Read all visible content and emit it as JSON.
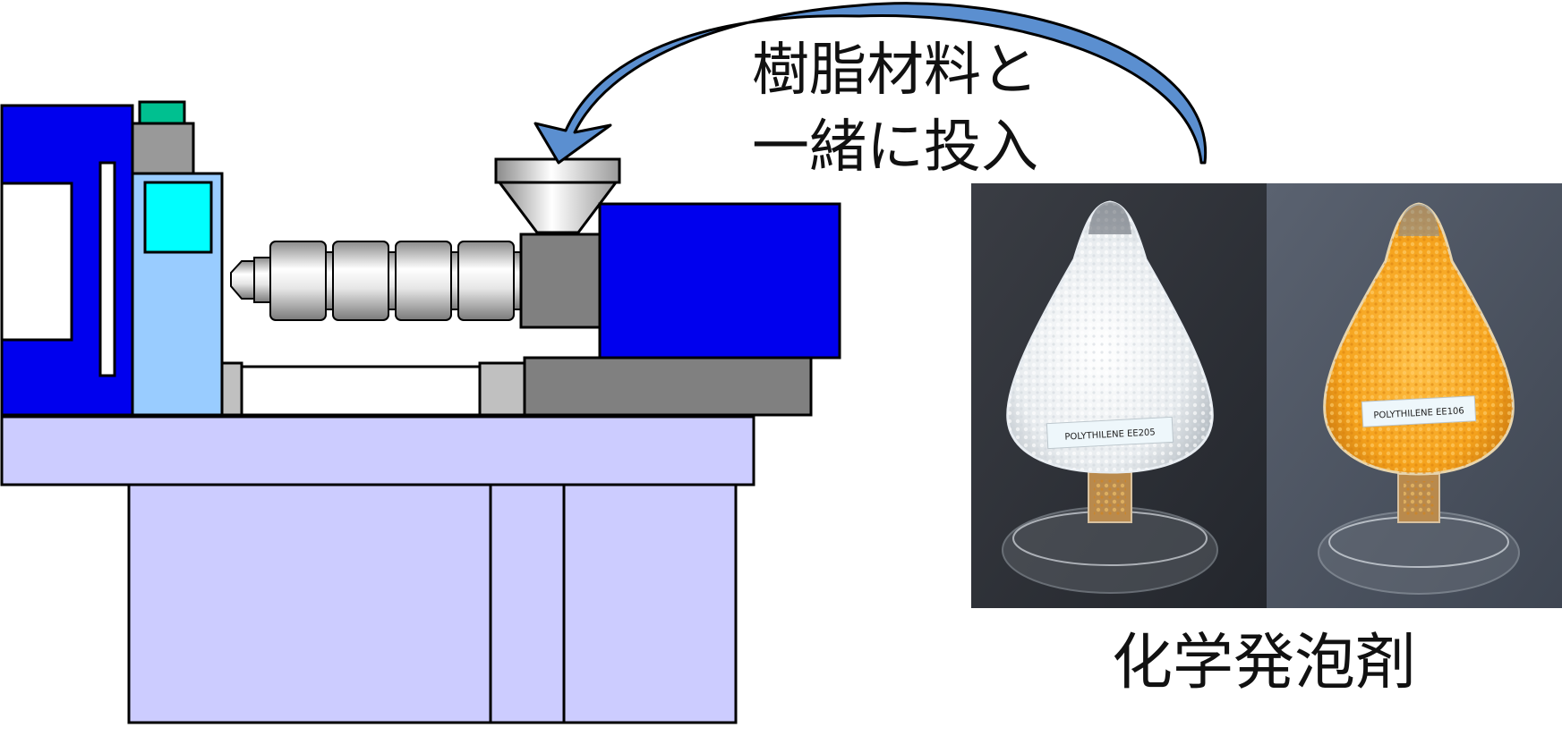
{
  "caption_top": {
    "line1": "樹脂材料と",
    "line2": "一緒に投入"
  },
  "caption_bottom": "化学発泡剤",
  "photo": {
    "left_bottle_label": "POLYTHILENE EE205",
    "right_bottle_label": "POLYTHILENE EE106"
  },
  "colors": {
    "machine_blue": "#0000ee",
    "light_blue": "#99ccff",
    "cyan": "#00ffff",
    "gray": "#808080",
    "light_gray": "#c0c0c0",
    "base_lavender": "#ccccff",
    "arrow_blue": "#5b8fd0",
    "teal_button": "#00c090"
  }
}
